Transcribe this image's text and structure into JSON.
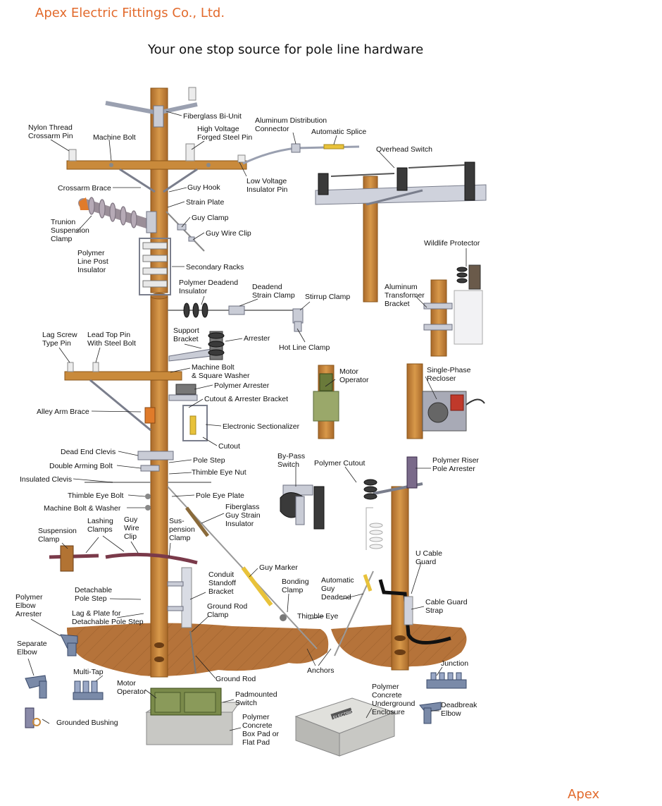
{
  "header": {
    "company": "Apex Electric Fittings Co., Ltd.",
    "tagline": "Your one stop source for pole line hardware"
  },
  "footer": {
    "brand": "Apex"
  },
  "labels": {
    "fiberglass_bi_unit": "Fiberglass Bi-Unit",
    "nylon_thread_1": "Nylon Thread",
    "nylon_thread_2": "Crossarm Pin",
    "machine_bolt_top": "Machine Bolt",
    "hv_pin_1": "High Voltage",
    "hv_pin_2": "Forged Steel Pin",
    "al_dist_1": "Aluminum Distribution",
    "al_dist_2": "Connector",
    "auto_splice": "Automatic Splice",
    "overhead_switch": "Overhead Switch",
    "crossarm_brace": "Crossarm Brace",
    "guy_hook": "Guy Hook",
    "lv_pin_1": "Low Voltage",
    "lv_pin_2": "Insulator Pin",
    "strain_plate": "Strain Plate",
    "trunion_1": "Trunion",
    "trunion_2": "Suspension",
    "trunion_3": "Clamp",
    "guy_clamp": "Guy Clamp",
    "guy_wire_clip": "Guy Wire Clip",
    "poly_lpi_1": "Polymer",
    "poly_lpi_2": "Line Post",
    "poly_lpi_3": "Insulator",
    "wildlife_protector": "Wildlife Protector",
    "secondary_racks": "Secondary Racks",
    "poly_dead_1": "Polymer Deadend",
    "poly_dead_2": "Insulator",
    "dead_strain_1": "Deadend",
    "dead_strain_2": "Strain Clamp",
    "stirrup_clamp": "Stirrup Clamp",
    "al_trans_1": "Aluminum",
    "al_trans_2": "Transformer",
    "al_trans_3": "Bracket",
    "support_bracket_1": "Support",
    "support_bracket_2": "Bracket",
    "arrester": "Arrester",
    "hot_line_clamp": "Hot Line Clamp",
    "lag_screw_1": "Lag Screw",
    "lag_screw_2": "Type Pin",
    "lead_top_1": "Lead Top Pin",
    "lead_top_2": "With Steel Bolt",
    "mb_square_1": "Machine Bolt",
    "mb_square_2": "& Square Washer",
    "motor_op_1": "Motor",
    "motor_op_2": "Operator",
    "single_phase_1": "Single-Phase",
    "single_phase_2": "Recloser",
    "polymer_arrester": "Polymer Arrester",
    "cutout_arrester_bracket": "Cutout & Arrester Bracket",
    "alley_arm_brace": "Alley Arm Brace",
    "electronic_sectionalizer": "Electronic Sectionalizer",
    "cutout": "Cutout",
    "bypass_1": "By-Pass",
    "bypass_2": "Switch",
    "polymer_cutout": "Polymer Cutout",
    "riser_1": "Polymer Riser",
    "riser_2": "Pole Arrester",
    "dead_end_clevis": "Dead End Clevis",
    "pole_step": "Pole Step",
    "double_arming_bolt": "Double Arming Bolt",
    "thimble_eye_nut": "Thimble Eye Nut",
    "insulated_clevis": "Insulated Clevis",
    "thimble_eye_bolt": "Thimble Eye Bolt",
    "pole_eye_plate": "Pole Eye Plate",
    "mb_washer": "Machine Bolt & Washer",
    "fg_strain_1": "Fiberglass",
    "fg_strain_2": "Guy Strain",
    "fg_strain_3": "Insulator",
    "susp_clamp_1": "Suspension",
    "susp_clamp_2": "Clamp",
    "lashing_1": "Lashing",
    "lashing_2": "Clamps",
    "guy_wire_clip2_1": "Guy",
    "guy_wire_clip2_2": "Wire",
    "guy_wire_clip2_3": "Clip",
    "suspension_clamp2_1": "Sus-",
    "suspension_clamp2_2": "pension",
    "suspension_clamp2_3": "Clamp",
    "u_cable_1": "U Cable",
    "u_cable_2": "Guard",
    "guy_marker": "Guy Marker",
    "conduit_1": "Conduit",
    "conduit_2": "Standoff",
    "conduit_3": "Bracket",
    "bonding_1": "Bonding",
    "bonding_2": "Clamp",
    "auto_guy_1": "Automatic",
    "auto_guy_2": "Guy",
    "auto_guy_3": "Deadend",
    "cable_guard_1": "Cable Guard",
    "cable_guard_2": "Strap",
    "poly_elbow_1": "Polymer",
    "poly_elbow_2": "Elbow",
    "poly_elbow_3": "Arrester",
    "detach_1": "Detachable",
    "detach_2": "Pole Step",
    "lag_plate_1": "Lag & Plate for",
    "lag_plate_2": "Detachable Pole Step",
    "ground_rod_clamp_1": "Ground Rod",
    "ground_rod_clamp_2": "Clamp",
    "thimble_eye": "Thimble Eye",
    "separate_1": "Separate",
    "separate_2": "Elbow",
    "anchors": "Anchors",
    "junction": "Junction",
    "multi_tap": "Multi-Tap",
    "ground_rod": "Ground Rod",
    "motor_op2_1": "Motor",
    "motor_op2_2": "Operator",
    "padmount_1": "Padmounted",
    "padmount_2": "Switch",
    "pcue_1": "Polymer",
    "pcue_2": "Concrete",
    "pcue_3": "Underground",
    "pcue_4": "Enclosure",
    "deadbreak_1": "Deadbreak",
    "deadbreak_2": "Elbow",
    "grounded_bushing": "Grounded Bushing",
    "pcbp_1": "Polymer",
    "pcbp_2": "Concrete",
    "pcbp_3": "Box Pad or",
    "pcbp_4": "Flat Pad",
    "enclosure_brand": "ELECTRIC"
  },
  "colors": {
    "brand_orange": "#e26a2c",
    "wood": "#c98a3b",
    "ground": "#b5733a",
    "metal": "#c9ccd6",
    "insulator": "#3a3a3a"
  }
}
